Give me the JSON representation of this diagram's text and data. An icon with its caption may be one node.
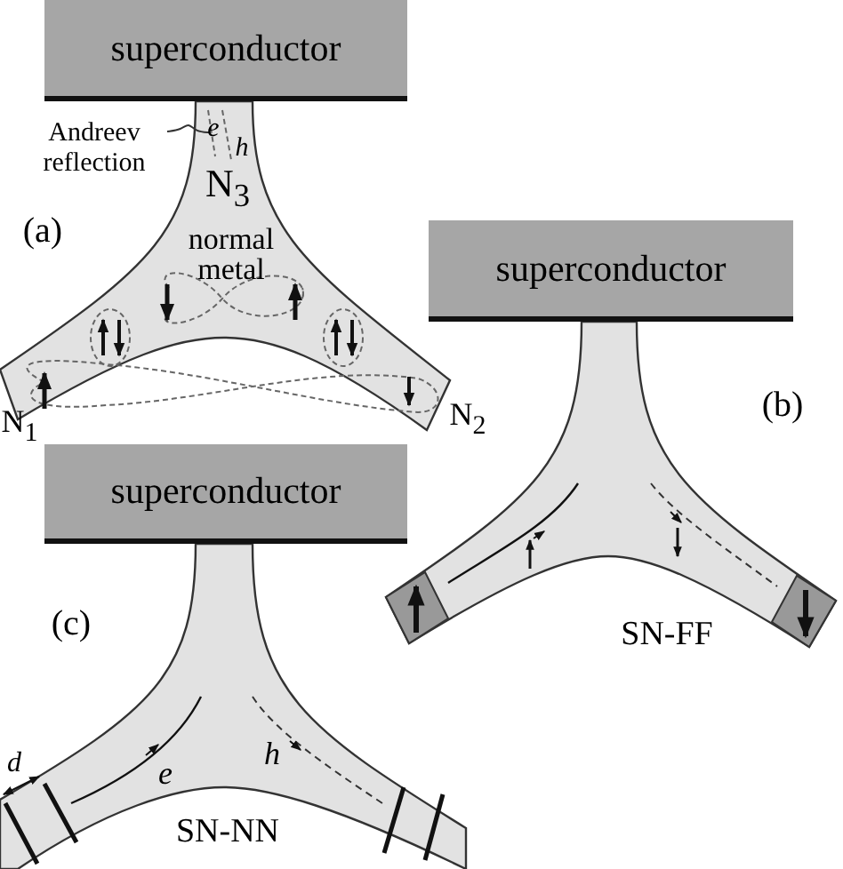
{
  "diagram": {
    "nodes": [
      {
        "text": [
          "superconductor"
        ]
      },
      {
        "text": [
          "Andreev reflection"
        ]
      },
      {
        "text": [
          "superconductor"
        ]
      },
      {
        "text": [
          "superconductor"
        ]
      },
      {
        "text": [],
        "shape": "line"
      }
    ],
    "edges": [
      {
        "from": 1,
        "to": 4,
        "arrow": "none"
      }
    ],
    "labels": [
      "(a)",
      "e",
      "h",
      "N$_{3}$",
      "normal metal",
      "N$_{1}$",
      "N$_{2}$",
      "(b)",
      "SN-FF",
      "(c)",
      "d",
      "e",
      "h",
      "SN-NN"
    ]
  }
}
